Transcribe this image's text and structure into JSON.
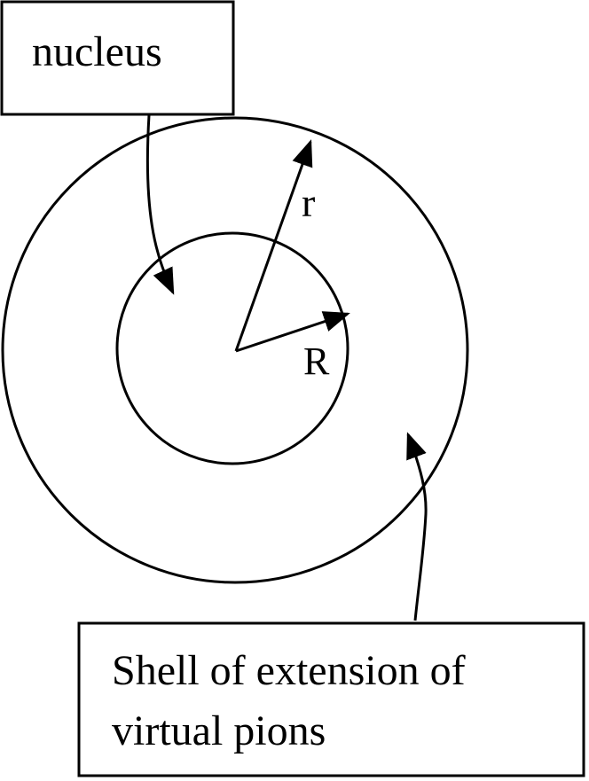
{
  "labels": {
    "nucleus": "nucleus",
    "outer_radius": "r",
    "inner_radius": "R",
    "shell_line1": "Shell of extension of",
    "shell_line2": "virtual pions"
  },
  "colors": {
    "stroke": "#000000",
    "background": "#ffffff"
  }
}
